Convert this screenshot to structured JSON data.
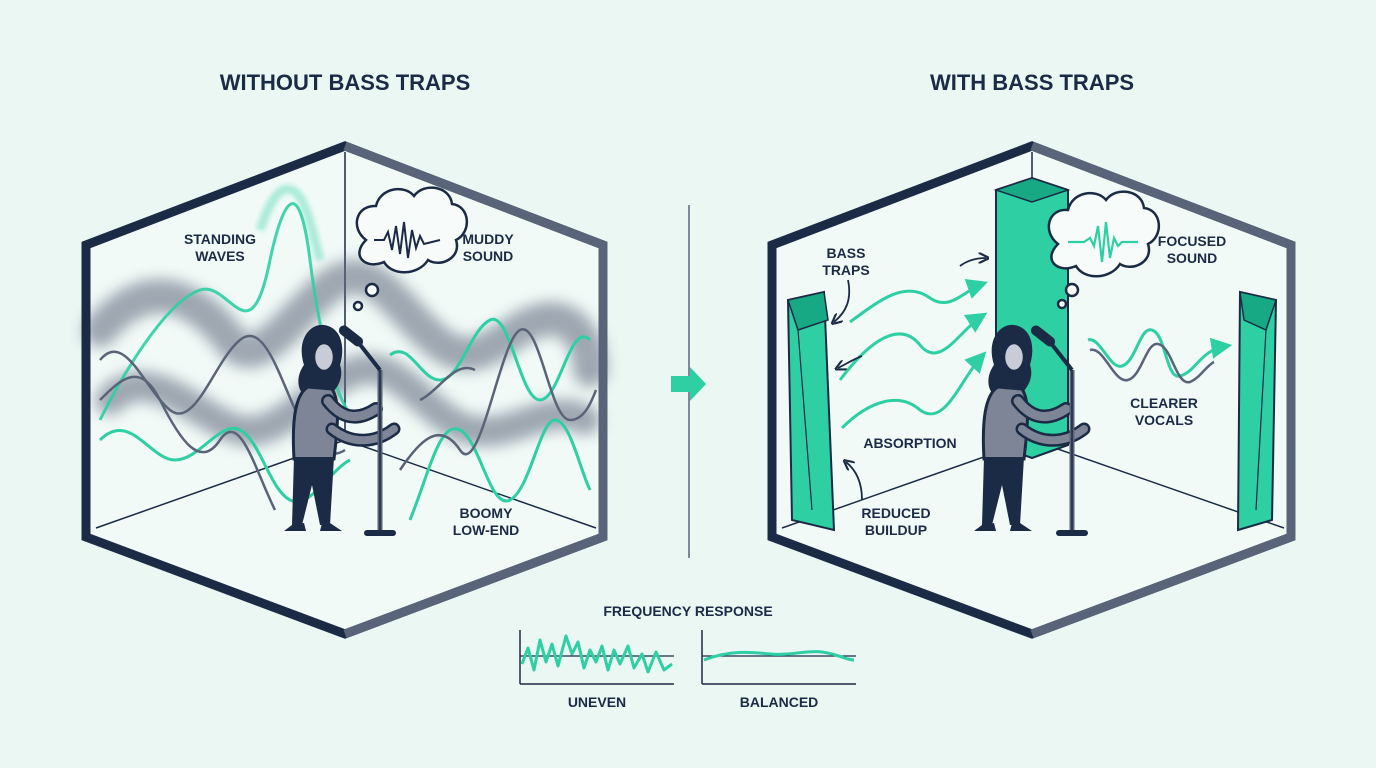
{
  "left_panel": {
    "title": "WITHOUT BASS TRAPS",
    "standing_waves": [
      "STANDING",
      "WAVES"
    ],
    "muddy_sound": [
      "MUDDY",
      "SOUND"
    ],
    "boomy": [
      "BOOMY",
      "LOW-END"
    ]
  },
  "right_panel": {
    "title": "WITH BASS TRAPS",
    "bass_traps": [
      "BASS",
      "TRAPS"
    ],
    "focused_sound": [
      "FOCUSED",
      "SOUND"
    ],
    "absorption": "ABSORPTION",
    "reduced_buildup": [
      "REDUCED",
      "BUILDUP"
    ],
    "clearer_vocals": [
      "CLEARER",
      "VOCALS"
    ]
  },
  "frequency_response": {
    "title": "FREQUENCY RESPONSE",
    "uneven_label": "UNEVEN",
    "balanced_label": "BALANCED"
  },
  "colors": {
    "background": "#eaf7f3",
    "dark_navy": "#1c2b45",
    "slate": "#5a6478",
    "teal": "#2ecfa3",
    "teal_dark": "#17a884"
  },
  "icons": {
    "transition": "arrow-right-icon",
    "thought": "thought-bubble-icon",
    "person": "singer-figure",
    "mic": "microphone-stand-icon"
  }
}
